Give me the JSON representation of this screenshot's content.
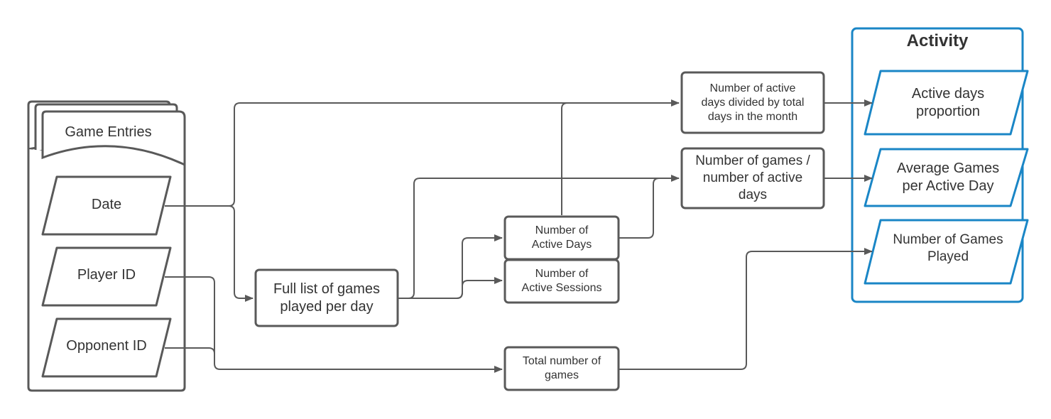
{
  "colors": {
    "stroke": "#595959",
    "accent": "#1a86c6",
    "text": "#333333"
  },
  "source": {
    "title": "Game Entries",
    "fields": [
      "Date",
      "Player ID",
      "Opponent ID"
    ]
  },
  "process": {
    "full_list": "Full list of games played per day",
    "active_days": "Number of\nActive Days",
    "active_sessions": "Number of\nActive Sessions",
    "total_games": "Total number of\ngames",
    "active_ratio": "Number of active\ndays divided by total\ndays in the month",
    "games_per_day": "Number of games /\nnumber of active\ndays"
  },
  "activity": {
    "title": "Activity",
    "outputs": [
      "Active days\nproportion",
      "Average Games\nper Active Day",
      "Number of Games\nPlayed"
    ]
  }
}
